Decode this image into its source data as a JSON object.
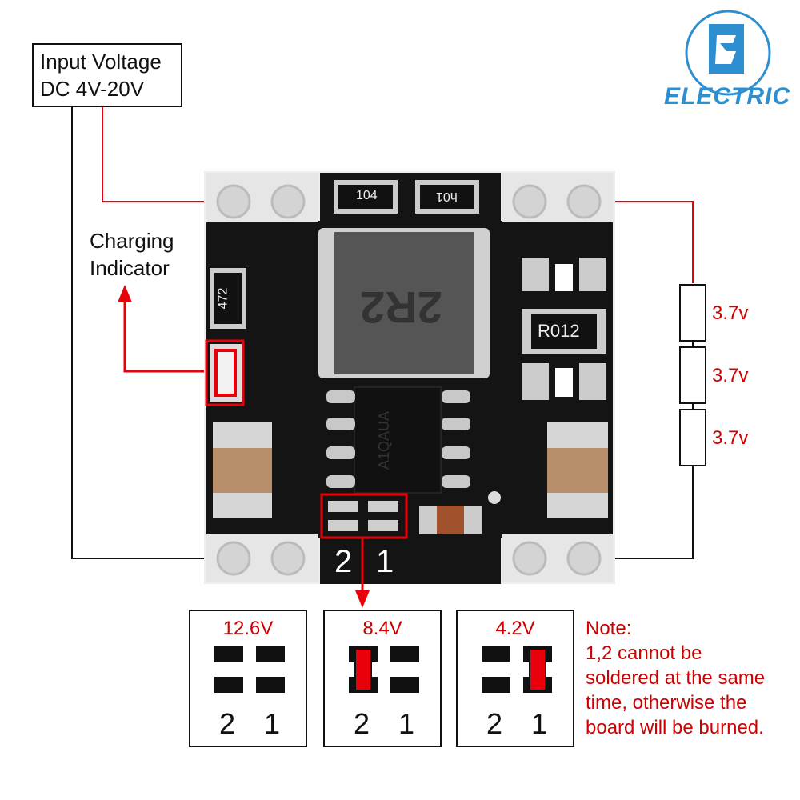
{
  "input_label": {
    "line1": "Input Voltage",
    "line2": "DC 4V-20V"
  },
  "indicator_label": {
    "line1": "Charging",
    "line2": "Indicator"
  },
  "battery_cells": [
    "3.7v",
    "3.7v",
    "3.7v"
  ],
  "pcb_markings": {
    "resistor_104": "104",
    "resistor_h01": "h01",
    "inductor": "2R2",
    "resistor_472": "472",
    "sense_resistor": "R012",
    "ic": "A1QAUA",
    "pad_labels": [
      "2",
      "1"
    ]
  },
  "configurations": [
    {
      "voltage": "12.6V",
      "jumper": "none",
      "pins": [
        "2",
        "1"
      ]
    },
    {
      "voltage": "8.4V",
      "jumper": "2",
      "pins": [
        "2",
        "1"
      ]
    },
    {
      "voltage": "4.2V",
      "jumper": "1",
      "pins": [
        "2",
        "1"
      ]
    }
  ],
  "note": {
    "line1": "Note:",
    "line2": "1,2 cannot be",
    "line3": "soldered at the same",
    "line4": "time, otherwise the",
    "line5": "board will be burned."
  },
  "logo": {
    "text": "ELECTRIC"
  },
  "colors": {
    "wire_red": "#e8000b",
    "wire_black": "#111111",
    "pcb": "#141414",
    "logo_blue": "#2e8fd0"
  }
}
